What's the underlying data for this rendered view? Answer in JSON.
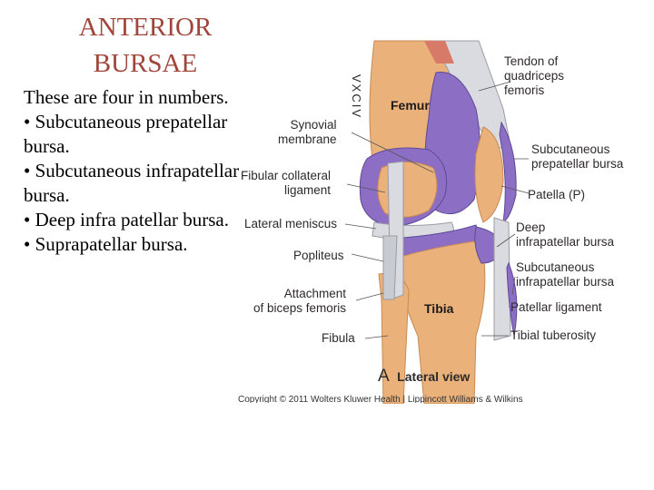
{
  "slide": {
    "title_line1": "ANTERIOR",
    "title_line2": "BURSAE",
    "body": [
      "These are four in numbers.",
      "• Subcutaneous prepatellar bursa.",
      "• Subcutaneous infrapatellar bursa.",
      "• Deep infra patellar bursa.",
      "• Suprapatellar bursa."
    ]
  },
  "figure": {
    "vertical_mark": "VXCIV",
    "labels": {
      "femur": "Femur",
      "tibia": "Tibia",
      "synovial_membrane": "Synovial\nmembrane",
      "fibular_collateral_ligament": "Fibular collateral\nligament",
      "lateral_meniscus": "Lateral meniscus",
      "popliteus": "Popliteus",
      "attachment_biceps_femoris": "Attachment\nof biceps femoris",
      "fibula": "Fibula",
      "tendon_quadriceps": "Tendon of\nquadriceps\nfemoris",
      "subcutaneous_prepatellar_bursa": "Subcutaneous\nprepatellar bursa",
      "patella": "Patella (P)",
      "deep_infrapatellar_bursa": "Deep\ninfrapatellar bursa",
      "subcutaneous_infrapatellar_bursa": "Subcutaneous\ninfrapatellar bursa",
      "patellar_ligament": "Patellar ligament",
      "tibial_tuberosity": "Tibial tuberosity"
    },
    "caption_letter": "A",
    "caption_view": "Lateral view",
    "copyright": "Copyright © 2011 Wolters Kluwer Health | Lippincott Williams & Wilkins"
  },
  "colors": {
    "title": "#a0453a",
    "bone": "#eab27a",
    "bursa": "#8c6fc4",
    "tendon": "#d9dbe0"
  }
}
